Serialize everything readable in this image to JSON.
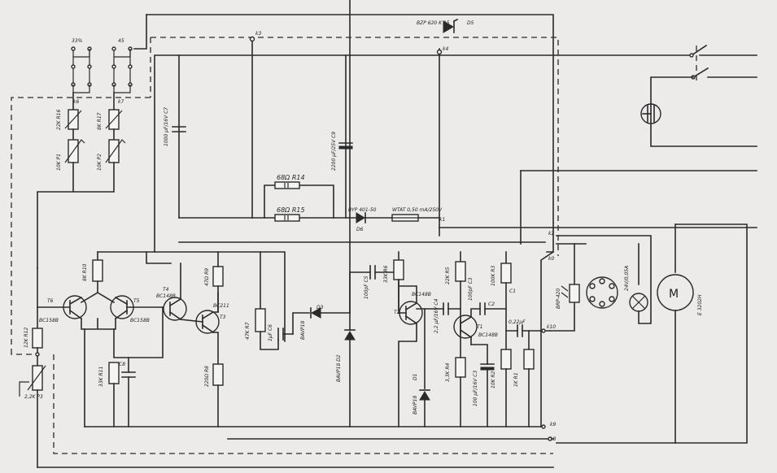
{
  "labels": {
    "d5": "BZP 620 K 15",
    "d5_ref": "D5",
    "k3": "k3",
    "k4": "k4",
    "k1": "k1",
    "k2": "k2",
    "k10": "k10",
    "k9": "k9",
    "k8": "k8",
    "k0": "k0",
    "k6": "k6",
    "k7": "k7",
    "range_left": "33%",
    "range_right": "45",
    "c7": "1000 μF/16V C7",
    "c9_top": "2200 μF/25V C9",
    "r14": "68Ω R14",
    "r15": "68Ω R15",
    "d6_type": "BYP 401-50",
    "d6": "D6",
    "fuse": "WTAT 0,50 mA/250V",
    "r16": "22K R16",
    "r17": "8K R17",
    "p1": "10K P1",
    "p2": "10K P2",
    "r12": "12K R12",
    "p3": "2,2K P3",
    "r10": "8K R10",
    "r11": "33K R11",
    "c8": "C8",
    "t6_type": "BC158B",
    "t6": "T6",
    "t5_type": "BC158B",
    "t5": "T5",
    "t4_type": "BC148B",
    "t4": "T4",
    "t3_type": "BC211",
    "t3": "T3",
    "r9": "47Ω R9",
    "r8": "220Ω R8",
    "r7": "47K R7",
    "c6": "1μF C6",
    "d3_type": "BAVP18",
    "d3": "D3",
    "d2_type": "BAVP18 D2",
    "c5": "100pF C5",
    "r6": "33K R6",
    "t2_type": "BC148B",
    "t2": "T2",
    "d1_type": "BAVP18",
    "d1": "D1",
    "c4": "2,2 μF/16V C4",
    "r5": "22K R5",
    "r4": "3,3K R4",
    "c3_top": "100pF C3",
    "c3": "100 μF/16V C3",
    "t1_type": "BC148B",
    "t1": "T1",
    "r3": "100K R3",
    "r2": "10K R2",
    "c2": "C2",
    "c1": "C1",
    "c1_val": "0,22μF",
    "r1": "1K R1",
    "lamp1": "BRP-420",
    "lamp2": "24V/0,05A",
    "motor": "M",
    "motor_type": "E 3202H"
  }
}
